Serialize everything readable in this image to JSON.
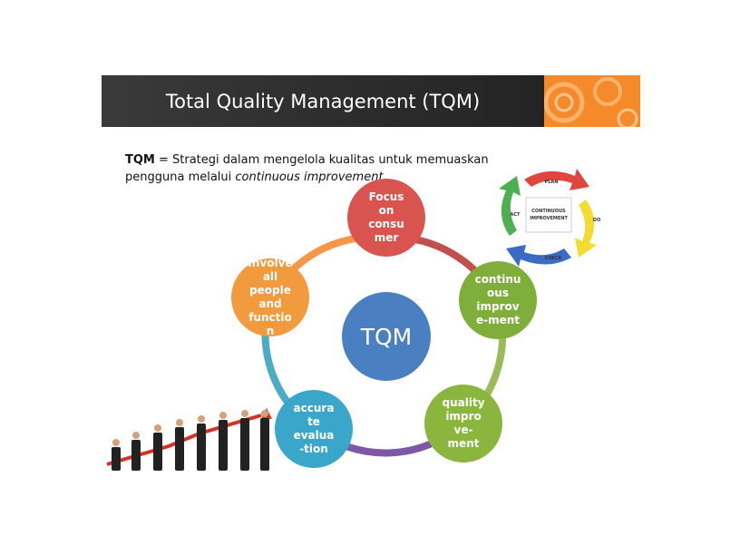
{
  "slide": {
    "title": "Total Quality Management (TQM)",
    "definition_term": "TQM",
    "definition_body": " = Strategi dalam mengelola kualitas untuk memuaskan pengguna melalui ",
    "definition_emphasis": "continuous improvement",
    "definition_end": "."
  },
  "cycle": {
    "center": "TQM",
    "nodes": [
      {
        "label": "Focus on consu mer",
        "color": "#d9534f"
      },
      {
        "label": "continu ous improv e-ment",
        "color": "#7fae3b"
      },
      {
        "label": "quality impro ve-ment",
        "color": "#8bb63e"
      },
      {
        "label": "accura te evalua -tion",
        "color": "#3aa6c9"
      },
      {
        "label": "Involve all people and functio n",
        "color": "#f19a3e"
      }
    ],
    "arc_colors": [
      "#c0504d",
      "#9bbb59",
      "#7e57a6",
      "#4bacc6",
      "#f79646"
    ]
  },
  "pdca": {
    "labels": [
      "PLAN",
      "DO",
      "CHECK",
      "ACT"
    ],
    "center": [
      "CONTINUOUS",
      "IMPROVEMENT"
    ],
    "colors": {
      "plan": "#e0453f",
      "do": "#f2dc2f",
      "check": "#3b6cc5",
      "act": "#4caf50"
    }
  }
}
